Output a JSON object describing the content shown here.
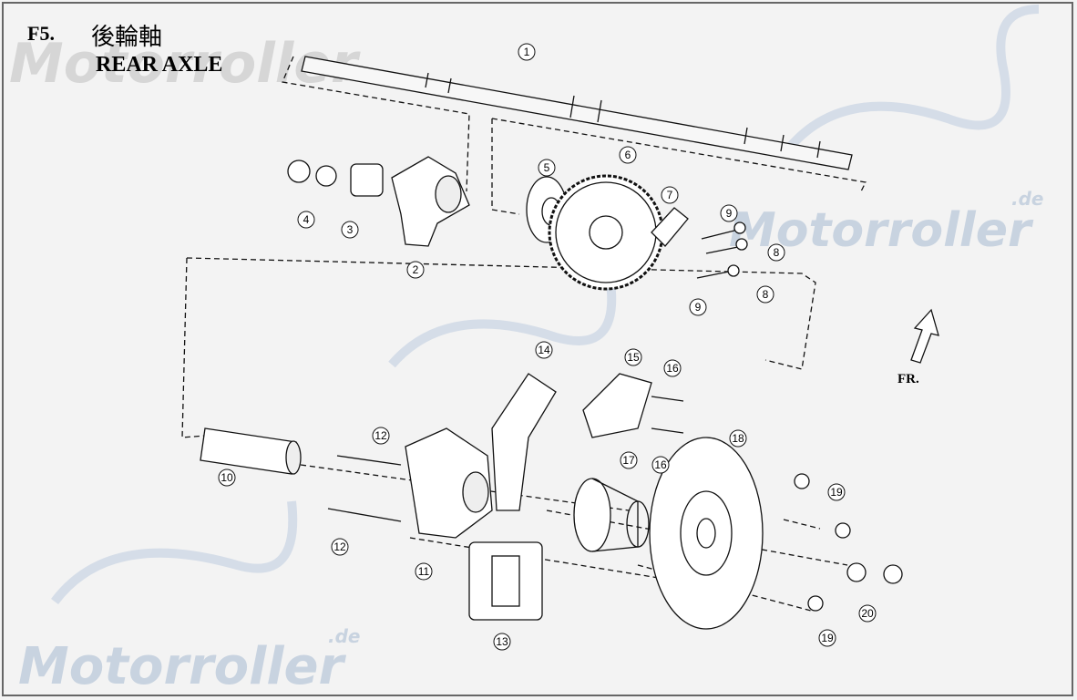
{
  "header": {
    "figure_no": "F5.",
    "title_zh": "後輪軸",
    "title_en": "REAR AXLE"
  },
  "watermark": {
    "text": "Motorroller",
    "suffix": ".de"
  },
  "direction": {
    "label": "FR."
  },
  "callouts": [
    "1",
    "2",
    "3",
    "4",
    "5",
    "6",
    "7",
    "8",
    "8",
    "9",
    "9",
    "10",
    "11",
    "12",
    "12",
    "13",
    "14",
    "15",
    "16",
    "16",
    "17",
    "18",
    "19",
    "19",
    "20"
  ],
  "colors": {
    "line": "#111111",
    "watermark": "#c8d3e0",
    "background": "#f3f3f3"
  }
}
